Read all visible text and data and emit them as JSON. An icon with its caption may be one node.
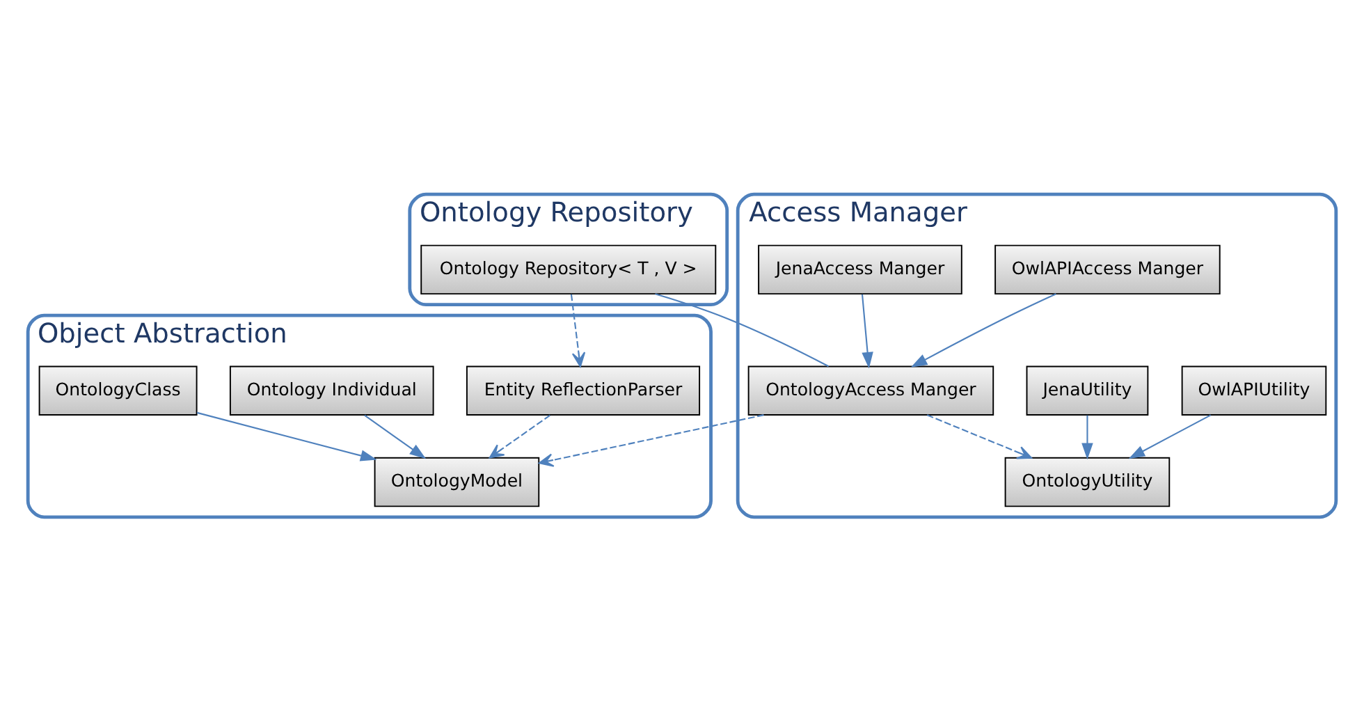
{
  "diagram": {
    "nodes": [
      {
        "text": [
          "Ontology Repository"
        ]
      },
      {
        "text": [
          "Ontology Repository< T , V >"
        ],
        "in": 0
      },
      {
        "text": [
          "Object Abstraction"
        ]
      },
      {
        "text": [
          "Entity ReflectionParser"
        ],
        "in": 2
      },
      {
        "text": [
          "OntologyModel"
        ],
        "in": 2
      },
      {
        "text": [
          "Ontology Individual"
        ],
        "in": 2
      },
      {
        "text": [
          "OntologyClass"
        ],
        "in": 2
      },
      {
        "text": [
          "Access Manager"
        ]
      },
      {
        "text": [
          "OntologyAccess Manger"
        ],
        "in": 7
      },
      {
        "text": [
          "OwlAPIAccess Manger"
        ],
        "in": 7
      },
      {
        "text": [
          "JenaAccess Manger"
        ],
        "in": 7
      },
      {
        "text": [
          "OntologyUtility"
        ],
        "in": 7
      },
      {
        "text": [
          "OwlAPIUtility"
        ],
        "in": 7
      },
      {
        "text": [
          "JenaUtility"
        ],
        "in": 7
      }
    ],
    "edges": [
      {
        "from": 1,
        "to": 3,
        "arrow": "to",
        "style": "dashed"
      },
      {
        "from": 1,
        "to": 8,
        "arrow": "none"
      },
      {
        "from": 3,
        "to": 4,
        "arrow": "to",
        "style": "dashed"
      },
      {
        "from": 8,
        "to": 4,
        "arrow": "to",
        "style": "dashed"
      },
      {
        "from": 5,
        "to": 4,
        "arrow": "to"
      },
      {
        "from": 6,
        "to": 4,
        "arrow": "to"
      },
      {
        "from": 9,
        "to": 8,
        "arrow": "to"
      },
      {
        "from": 10,
        "to": 8,
        "arrow": "to"
      },
      {
        "from": 8,
        "to": 11,
        "arrow": "to",
        "style": "dashed"
      },
      {
        "from": 12,
        "to": 11,
        "arrow": "to"
      },
      {
        "from": 13,
        "to": 11,
        "arrow": "to"
      }
    ]
  }
}
